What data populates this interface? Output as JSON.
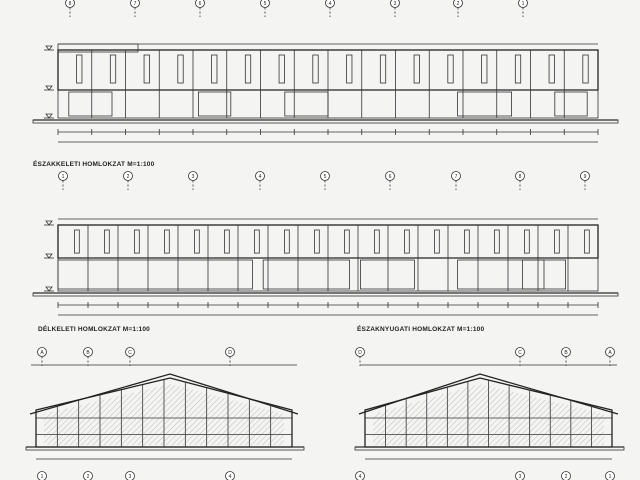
{
  "drawing": {
    "elevations": [
      {
        "id": "top",
        "label": "",
        "axes": [
          "8",
          "7",
          "6",
          "5",
          "4",
          "3",
          "2",
          "1"
        ]
      },
      {
        "id": "northeast",
        "label": "ÉSZAKKELETI HOMLOKZAT M=1:100",
        "axes": [
          "1",
          "2",
          "3",
          "4",
          "5",
          "6",
          "7",
          "8",
          "9"
        ]
      },
      {
        "id": "southeast",
        "label": "DÉLKELETI HOMLOKZAT M=1:100",
        "axes": [
          "A",
          "B",
          "C",
          "D"
        ]
      },
      {
        "id": "northwest",
        "label": "ÉSZAKNYUGATI HOMLOKZAT M=1:100",
        "axes": [
          "D",
          "C",
          "B",
          "A"
        ]
      }
    ]
  }
}
